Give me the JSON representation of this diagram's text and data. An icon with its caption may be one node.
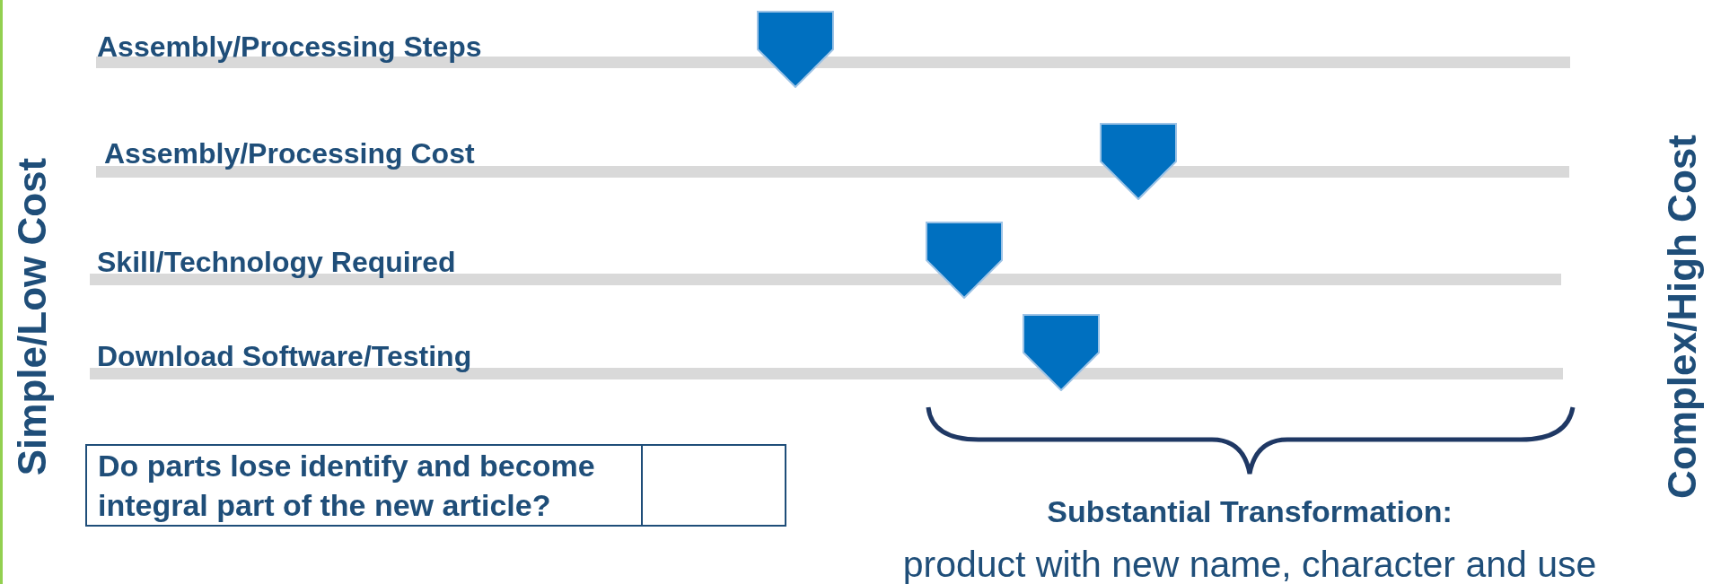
{
  "diagram": {
    "nodes": [
      {
        "text": [],
        "shape": "pentagon"
      },
      {
        "text": [],
        "shape": "pentagon"
      },
      {
        "text": [],
        "shape": "pentagon"
      },
      {
        "text": [],
        "shape": "pentagon"
      }
    ],
    "labels": [
      "Assembly/Processing Steps",
      "Assembly/Processing Cost",
      "Skill/Technology Required",
      "Download Software/Testing",
      "Simple/Low Cost",
      "Do parts lose identify and become integral part of the new article?",
      "Complex/High Cost",
      "Substantial Transformation:",
      "product with new name, character and use"
    ]
  }
}
